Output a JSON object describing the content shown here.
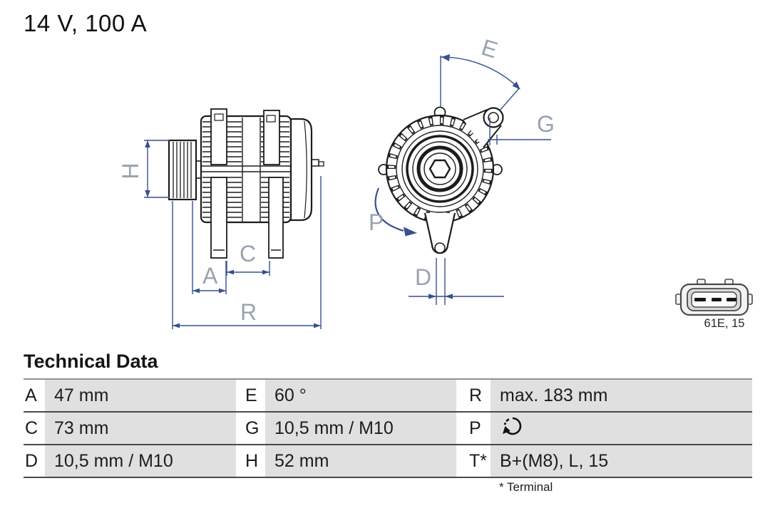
{
  "header": {
    "title": "14 V, 100 A"
  },
  "diagram": {
    "dimension_labels": {
      "H": "H",
      "A": "A",
      "C": "C",
      "R": "R",
      "E": "E",
      "G": "G",
      "P": "P",
      "D": "D"
    },
    "connector_label": "61E, 15",
    "icons": {
      "rotation": "rotation-ccw-icon"
    },
    "colors": {
      "dimension_line": "#36518f",
      "dimension_label": "#98a2b2",
      "line_art": "#1c1c1c"
    }
  },
  "table": {
    "heading": "Technical Data",
    "rows": [
      [
        {
          "key": "A",
          "value": "47 mm"
        },
        {
          "key": "E",
          "value": "60 °"
        },
        {
          "key": "R",
          "value": "max. 183 mm"
        }
      ],
      [
        {
          "key": "C",
          "value": "73 mm"
        },
        {
          "key": "G",
          "value": "10,5 mm / M10"
        },
        {
          "key": "P",
          "value": "",
          "icon": "rotation-ccw-icon"
        }
      ],
      [
        {
          "key": "D",
          "value": "10,5 mm / M10"
        },
        {
          "key": "H",
          "value": "52 mm"
        },
        {
          "key": "T*",
          "value": "B+(M8), L, 15"
        }
      ]
    ],
    "footnote": "* Terminal"
  }
}
